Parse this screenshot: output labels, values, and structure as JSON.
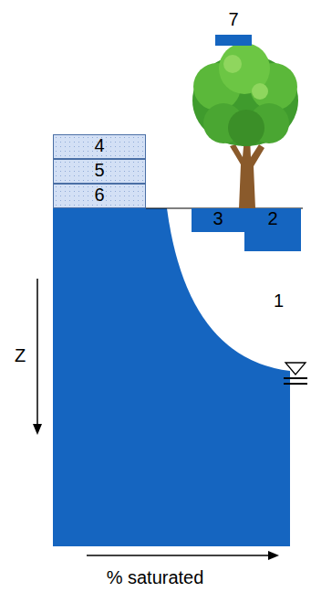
{
  "diagram": {
    "nodes": [
      {
        "text": [
          "7"
        ]
      },
      {
        "text": [
          "4"
        ]
      },
      {
        "text": [
          "5"
        ]
      },
      {
        "text": [
          "6"
        ]
      },
      {
        "text": [
          "3"
        ]
      },
      {
        "text": [
          "2"
        ]
      }
    ],
    "labels": [
      "1",
      "Z",
      "% saturated"
    ]
  }
}
